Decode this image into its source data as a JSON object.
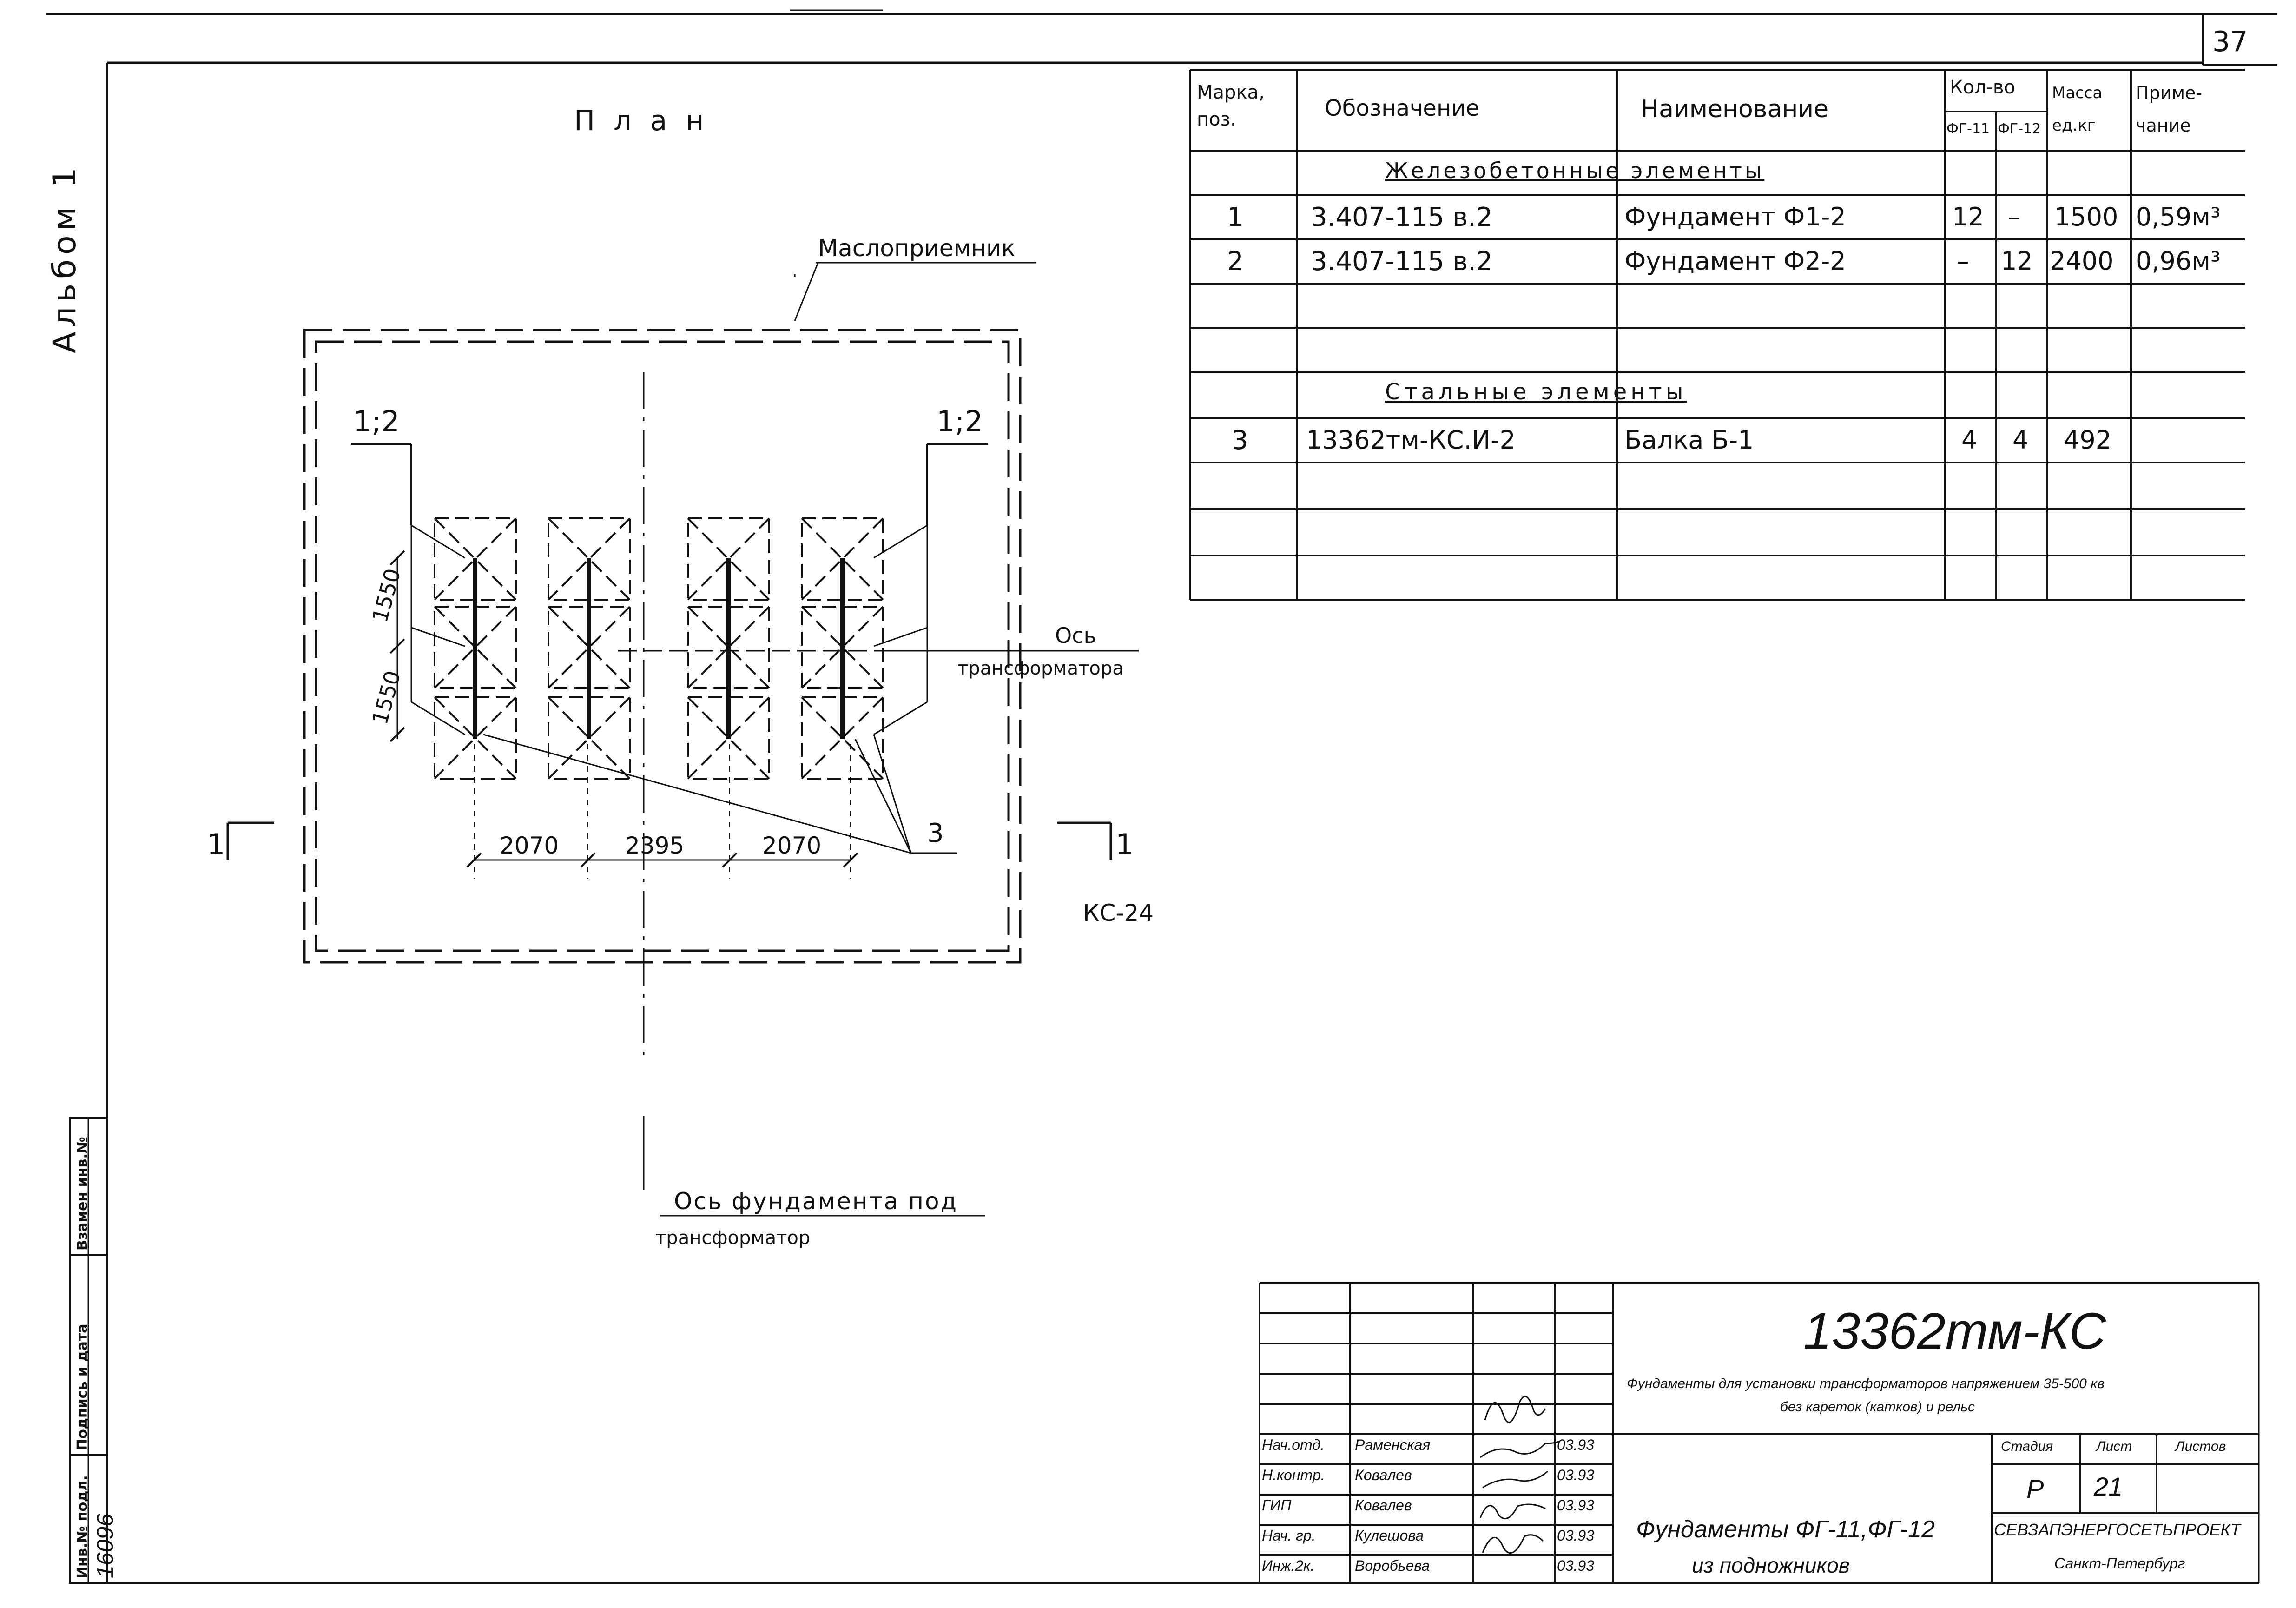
{
  "sheet": {
    "page_number": "37",
    "album": "Альбом 1",
    "plan_title": "План"
  },
  "plan": {
    "oil_receiver": "Маслоприемник",
    "section_left": "1;2",
    "section_right": "1;2",
    "dim_1550_a": "1550",
    "dim_1550_b": "1550",
    "dim_2070_a": "2070",
    "dim_2395": "2395",
    "dim_2070_b": "2070",
    "callout_3": "3",
    "cut_left": "1",
    "cut_right": "1",
    "transformer_axis_1": "Ось",
    "transformer_axis_2": "трансформатора",
    "ks_label": "КС-24",
    "foundation_axis_1": "Ось фундамента под",
    "foundation_axis_2": "трансформатор"
  },
  "spec": {
    "headers": {
      "mark": "Марка, поз.",
      "designation": "Обозначение",
      "name": "Наименование",
      "qty": "Кол-во",
      "qty_fg11": "ФГ-11",
      "qty_fg12": "ФГ-12",
      "mass": "Масса ед.кг",
      "note": "Приме- чание"
    },
    "section_concrete": "Железобетонные элементы",
    "section_steel": "Стальные элементы",
    "rows": [
      {
        "mark": "1",
        "designation": "3.407-115 в.2",
        "name": "Фундамент Ф1-2",
        "fg11": "12",
        "fg12": "–",
        "mass": "1500",
        "note": "0,59м³"
      },
      {
        "mark": "2",
        "designation": "3.407-115 в.2",
        "name": "Фундамент Ф2-2",
        "fg11": "–",
        "fg12": "12",
        "mass": "2400",
        "note": "0,96м³"
      },
      {
        "mark": "3",
        "designation": "13362тм-КС.И-2",
        "name": "Балка Б-1",
        "fg11": "4",
        "fg12": "4",
        "mass": "492",
        "note": ""
      }
    ]
  },
  "title_block": {
    "doc_code": "13362тм-КС",
    "description_1": "Фундаменты для установки трансформаторов напряжением 35-500 кв",
    "description_2": "без кареток (катков) и рельс",
    "sheet_title_1": "Фундаменты ФГ-11,ФГ-12",
    "sheet_title_2": "из подножников",
    "stage_label": "Стадия",
    "sheet_label": "Лист",
    "sheets_label": "Листов",
    "stage": "Р",
    "sheet": "21",
    "org_1": "СЕВЗАПЭНЕРГОСЕТЬПРОЕКТ",
    "org_2": "Санкт-Петербург",
    "staff": [
      {
        "role": "Нач.отд.",
        "name": "Раменская",
        "date": "03.93"
      },
      {
        "role": "Н.контр.",
        "name": "Ковалев",
        "date": "03.93"
      },
      {
        "role": "ГИП",
        "name": "Ковалев",
        "date": "03.93"
      },
      {
        "role": "Нач. гр.",
        "name": "Кулешова",
        "date": "03.93"
      },
      {
        "role": "Инж.2к.",
        "name": "Воробьева",
        "date": "03.93"
      }
    ]
  },
  "side_stamp": {
    "inv_label": "Инв.№ подл.",
    "sign_label": "Подпись и дата",
    "replace_label": "Взамен инв.№",
    "inv_value": "16096"
  }
}
